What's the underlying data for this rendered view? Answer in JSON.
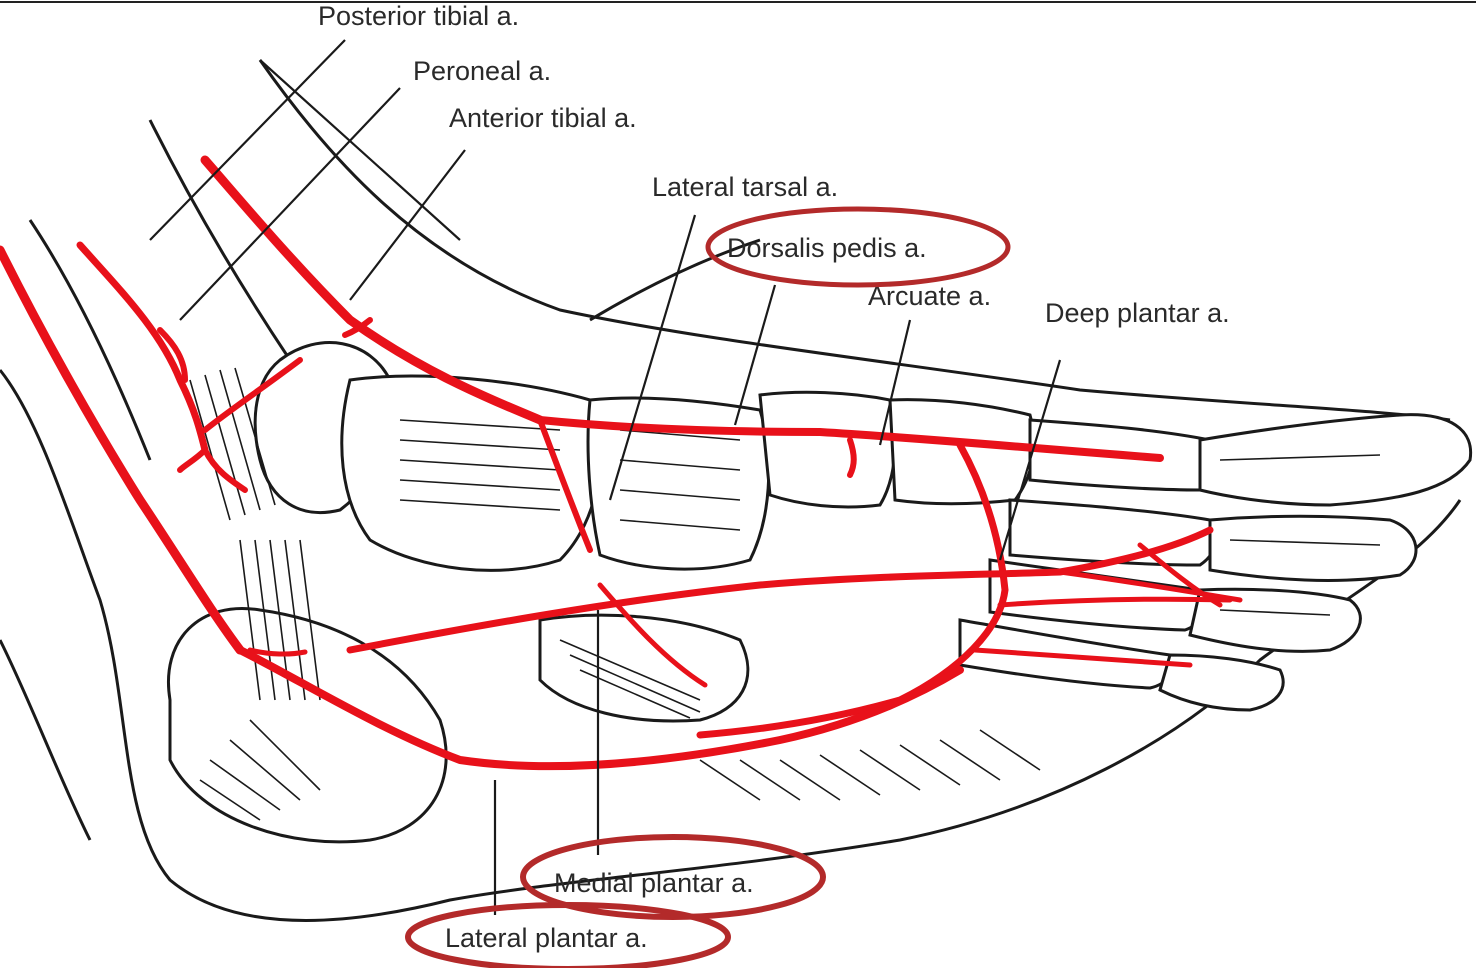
{
  "labels": {
    "posterior_tibial": "Posterior tibial a.",
    "peroneal": "Peroneal a.",
    "anterior_tibial": "Anterior tibial a.",
    "lateral_tarsal": "Lateral tarsal a.",
    "dorsalis_pedis": "Dorsalis pedis a.",
    "arcuate": "Arcuate a.",
    "deep_plantar": "Deep plantar a.",
    "medial_plantar": "Medial plantar a.",
    "lateral_plantar": "Lateral plantar a."
  },
  "highlighted": [
    "dorsalis_pedis",
    "medial_plantar",
    "lateral_plantar"
  ],
  "colors": {
    "artery": "#e8111a",
    "highlight_ring": "#b32a2a",
    "line_art": "#1a1a1a",
    "background": "#ffffff"
  }
}
